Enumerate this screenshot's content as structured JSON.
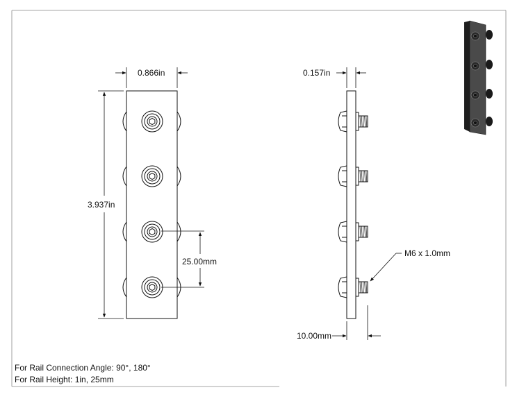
{
  "dimensions": {
    "plate_width": "0.866in",
    "plate_height": "3.937in",
    "hole_spacing": "25.00mm",
    "plate_thickness": "0.157in",
    "screw_length": "10.00mm",
    "thread_spec": "M6 x 1.0mm"
  },
  "notes": {
    "line1": "For Rail Connection Angle: 90°, 180°",
    "line2": "For Rail Height: 1in, 25mm"
  },
  "front_view": {
    "screw_count": 4
  },
  "side_view": {
    "screw_count": 4
  },
  "colors": {
    "line": "#111111",
    "iso_plate": "#3c3c3c"
  }
}
